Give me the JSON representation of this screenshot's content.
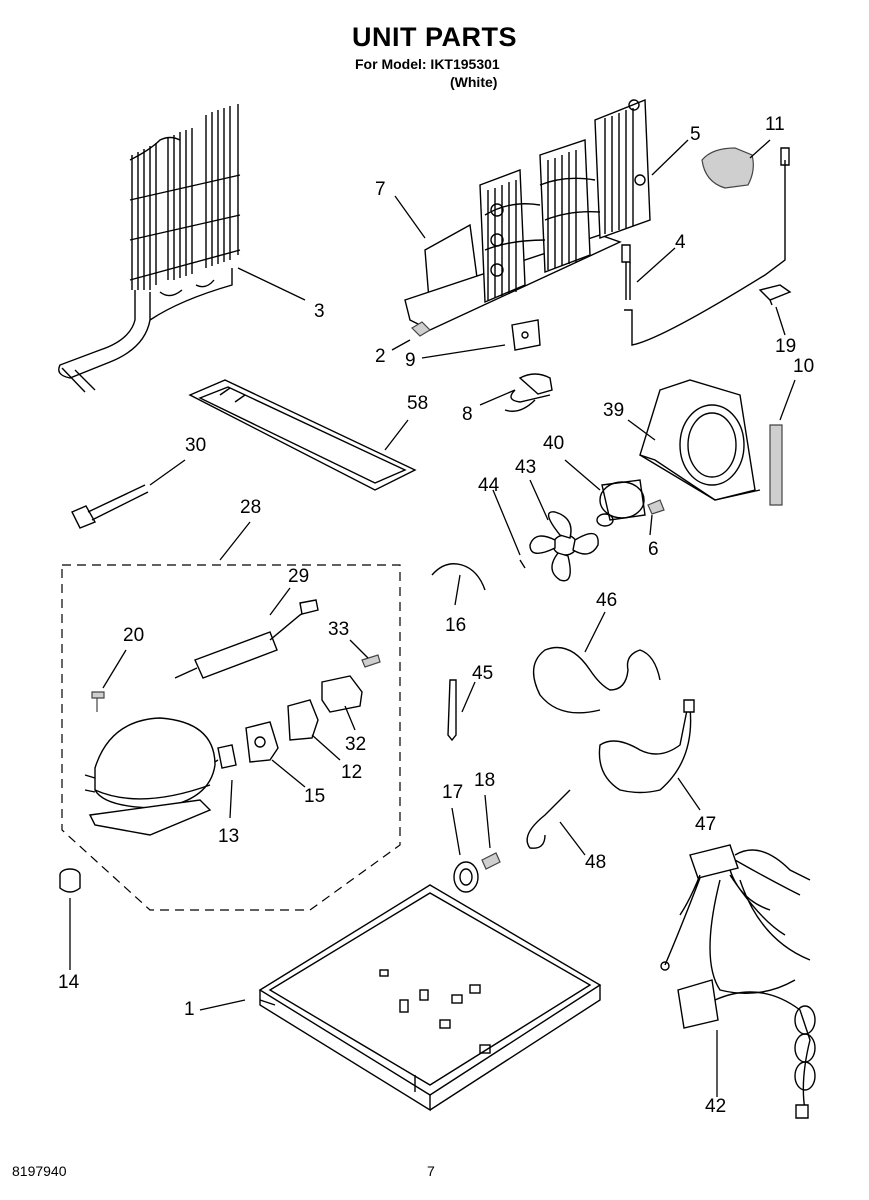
{
  "header": {
    "title": "UNIT PARTS",
    "model_line": "For Model: IKT195301",
    "color_line": "(White)"
  },
  "footer": {
    "doc_number": "8197940",
    "page_number": "7"
  },
  "callouts": [
    "11",
    "5",
    "7",
    "4",
    "3",
    "2",
    "9",
    "19",
    "10",
    "58",
    "8",
    "39",
    "30",
    "40",
    "43",
    "44",
    "6",
    "28",
    "16",
    "29",
    "46",
    "33",
    "20",
    "45",
    "32",
    "12",
    "15",
    "13",
    "17",
    "18",
    "47",
    "48",
    "14",
    "1",
    "42"
  ]
}
